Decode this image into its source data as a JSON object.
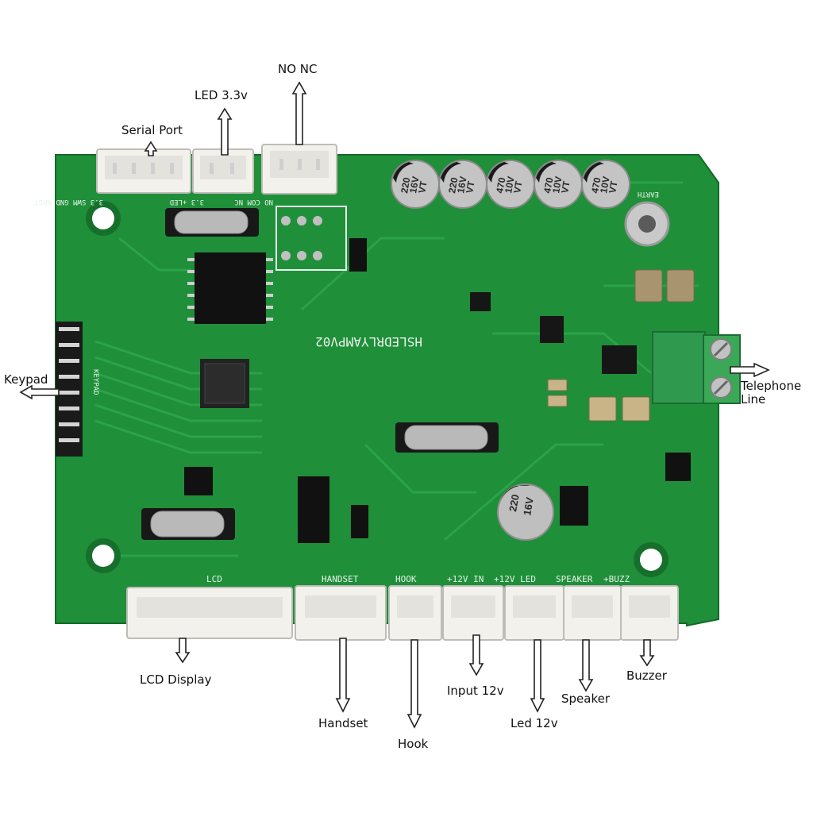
{
  "callouts": {
    "no_nc": "NO NC",
    "led_33v": "LED 3.3v",
    "serial_port": "Serial Port",
    "keypad": "Keypad",
    "telephone_line_1": "Telephone",
    "telephone_line_2": "Line",
    "lcd_display": "LCD Display",
    "handset": "Handset",
    "hook": "Hook",
    "input_12v": "Input 12v",
    "led_12v": "Led  12v",
    "speaker": "Speaker",
    "buzzer": "Buzzer"
  },
  "silkscreen": {
    "board_name": "HSLEDRLYAMPV02",
    "serial_pins": "3.3 SWM GND NRST",
    "led_pins": "3.3  +LED",
    "relay_pins": "NO COM NC",
    "earth": "EARTH",
    "lcd": "LCD",
    "handset": "HANDSET",
    "hook": "HOOK",
    "in_12v": "+12V IN",
    "led_12v": "+12V LED",
    "speaker": "SPEAKER",
    "buzz": "+BUZZ",
    "keypad": "KEYPAD"
  },
  "capacitors": [
    {
      "value": "220",
      "voltage": "16V",
      "mark": "VT"
    },
    {
      "value": "220",
      "voltage": "16V",
      "mark": "VT"
    },
    {
      "value": "470",
      "voltage": "10V",
      "mark": "VT"
    },
    {
      "value": "470",
      "voltage": "10V",
      "mark": "VT"
    },
    {
      "value": "470",
      "voltage": "10V",
      "mark": "VT"
    }
  ],
  "center_capacitor": {
    "value": "220",
    "voltage": "16V"
  },
  "colors": {
    "pcb": "#1f8f3a",
    "pcb_dark": "#16702c",
    "trace": "#2aa348",
    "connector": "#f2f1ec",
    "terminal": "#3aa856"
  }
}
